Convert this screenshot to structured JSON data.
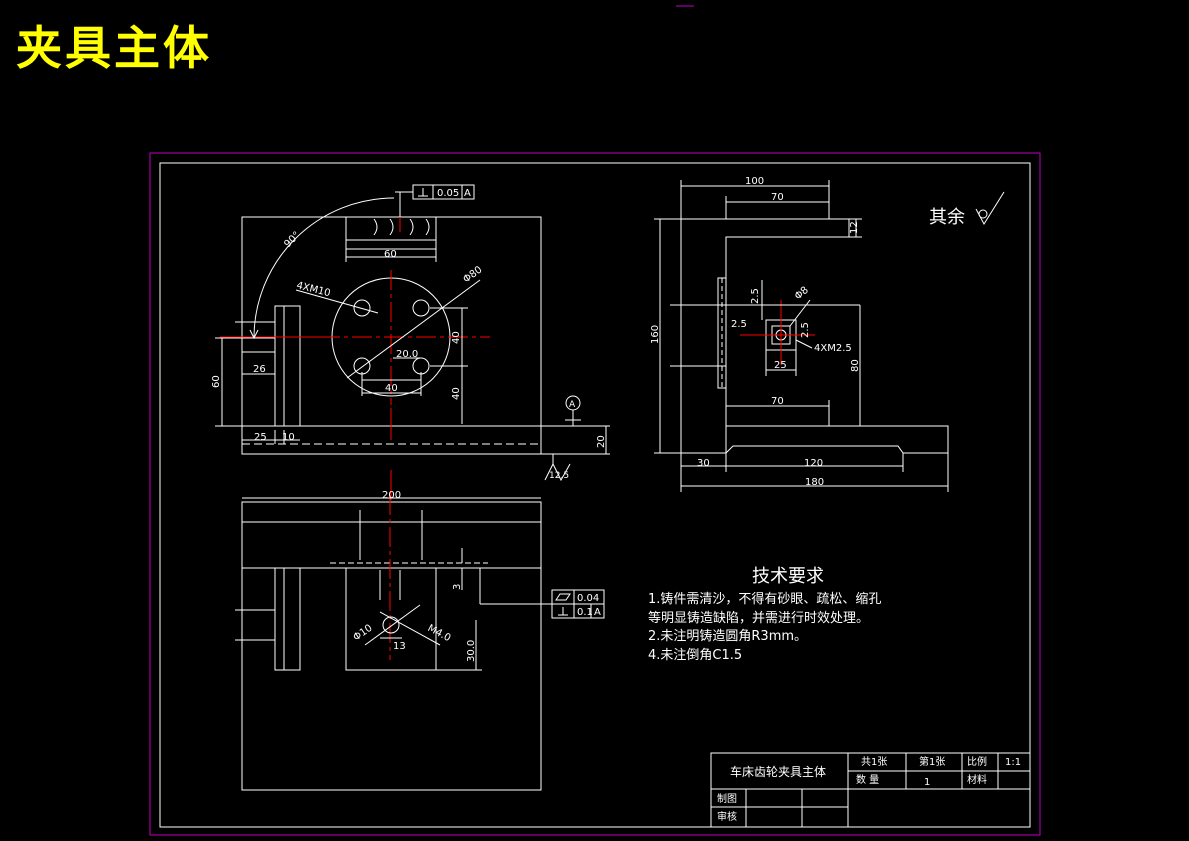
{
  "title": "夹具主体",
  "front_view": {
    "tol_flat": "0.05",
    "datum_a": "A",
    "dim_60_top": "60",
    "angle_90": "90°",
    "holes": "4XM10",
    "phi80": "Φ80",
    "dim_40_v1": "40",
    "dim_40_v2": "40",
    "dim_20": "20.0",
    "dim_40_h": "40",
    "dim_60_left": "60",
    "dim_26": "26",
    "dim_25": "25",
    "dim_10": "10",
    "dim_20_right": "20",
    "datum_circle": "A",
    "roughness": "12.5"
  },
  "side_view": {
    "dim_100": "100",
    "dim_70_top": "70",
    "dim_12": "12",
    "dim_160": "160",
    "dim_2_5a": "2.5",
    "dim_2_5b": "2.5",
    "dim_2_5c": "2.5",
    "phi8": "Φ8",
    "holes": "4XM2.5",
    "dim_25": "25",
    "dim_80": "80",
    "dim_70_bot": "70",
    "dim_30": "30",
    "dim_120": "120",
    "dim_180": "180"
  },
  "surface_finish": "其余",
  "top_view": {
    "dim_200": "200",
    "dim_3": "3",
    "phi10": "Φ10",
    "m4": "M4.0",
    "dim_13": "13",
    "dim_30": "30.0",
    "tol1_value": "0.04",
    "tol2_value": "0.1",
    "tol2_datum": "A"
  },
  "tech_req": {
    "heading": "技术要求",
    "line1": "1.铸件需清沙，不得有砂眼、疏松、缩孔",
    "line2": "等明显铸造缺陷，并需进行时效处理。",
    "line3": "2.未注明铸造圆角R3mm。",
    "line4": "4.未注倒角C1.5"
  },
  "title_block": {
    "name": "车床齿轮夹具主体",
    "total_sheets": "共1张",
    "sheet_no": "第1张",
    "scale_label": "比例",
    "scale_value": "1:1",
    "qty_label": "数 量",
    "qty_value": "1",
    "material_label": "材料",
    "drawn_label": "制图",
    "checked_label": "审核"
  }
}
